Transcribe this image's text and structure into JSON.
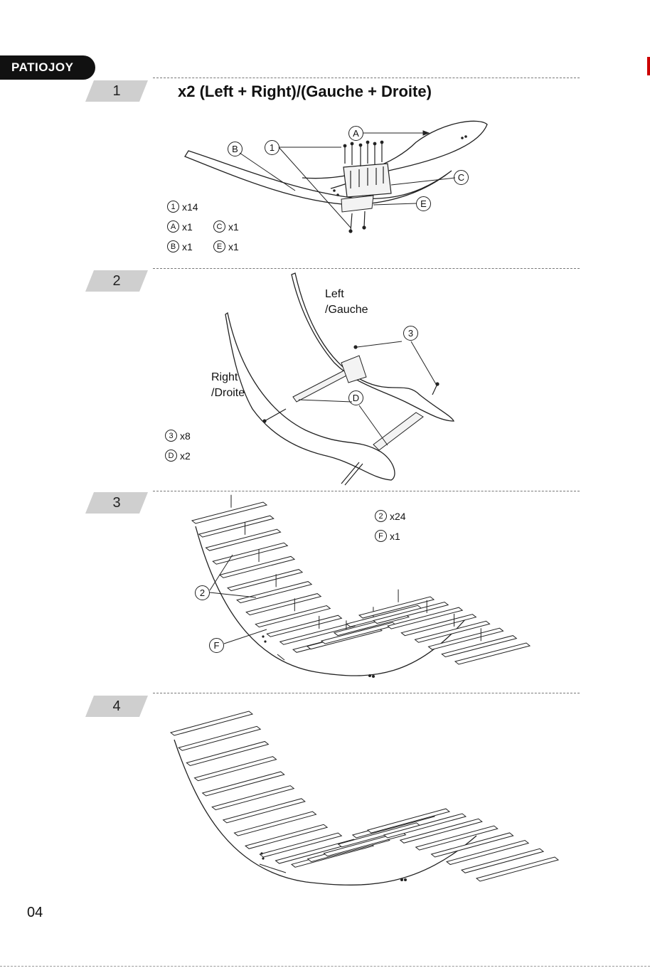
{
  "brand": {
    "logo_text": "PATIOJOY"
  },
  "steps": [
    {
      "number": "1",
      "title": "x2 (Left + Right)/(Gauche + Droite)",
      "callouts": [
        "A",
        "B",
        "1",
        "C",
        "E"
      ],
      "parts": [
        {
          "id": "1",
          "qty": "x14"
        },
        {
          "id": "A",
          "qty": "x1"
        },
        {
          "id": "C",
          "qty": "x1"
        },
        {
          "id": "B",
          "qty": "x1"
        },
        {
          "id": "E",
          "qty": "x1"
        }
      ]
    },
    {
      "number": "2",
      "labels": {
        "left": "Left",
        "left_fr": "/Gauche",
        "right": "Right",
        "right_fr": "/Droite"
      },
      "callouts": [
        "3",
        "D"
      ],
      "parts": [
        {
          "id": "3",
          "qty": "x8"
        },
        {
          "id": "D",
          "qty": "x2"
        }
      ]
    },
    {
      "number": "3",
      "callouts": [
        "2",
        "F"
      ],
      "parts": [
        {
          "id": "2",
          "qty": "x24"
        },
        {
          "id": "F",
          "qty": "x1"
        }
      ]
    },
    {
      "number": "4"
    }
  ],
  "page_number": "04"
}
